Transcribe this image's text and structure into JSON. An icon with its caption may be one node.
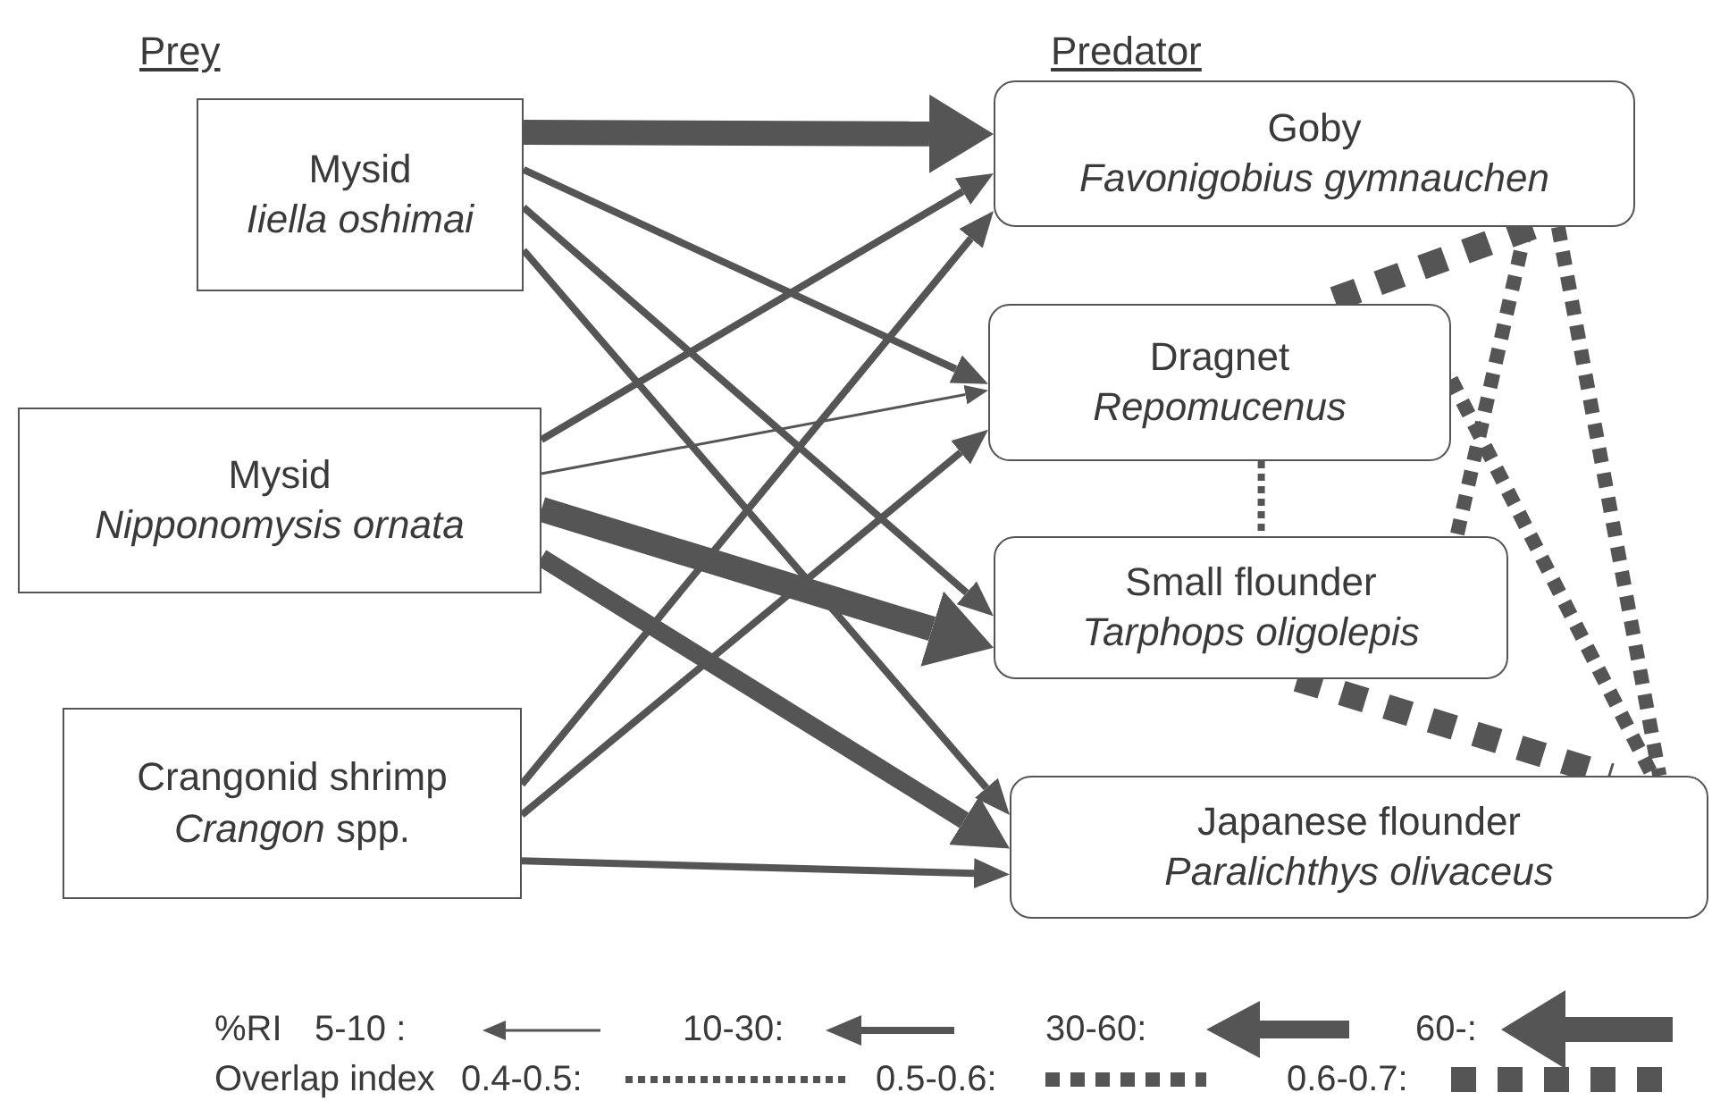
{
  "diagram": {
    "nodes": [
      {
        "text": [
          "Mysid",
          "Iiella oshimai"
        ]
      },
      {
        "text": [
          "Mysid",
          "Nipponomysis ornata"
        ]
      },
      {
        "text": [
          "Crangonid shrimp",
          "*Crangon* spp."
        ]
      },
      {
        "text": [
          "Goby",
          "Favonigobius gymnauchen"
        ]
      },
      {
        "text": [
          "Dragnet",
          "Repomucenus"
        ]
      },
      {
        "text": [
          "Small flounder",
          "Tarphops oligolepis"
        ]
      },
      {
        "text": [
          "Japanese flounder",
          "Paralichthys olivaceus"
        ]
      }
    ],
    "edges": [
      {
        "from": 0,
        "to": 3,
        "arrow": "to",
        "style": "thick"
      },
      {
        "from": 0,
        "to": 4,
        "arrow": "to"
      },
      {
        "from": 0,
        "to": 5,
        "arrow": "to"
      },
      {
        "from": 0,
        "to": 6,
        "arrow": "to"
      },
      {
        "from": 1,
        "to": 3,
        "arrow": "to"
      },
      {
        "from": 1,
        "to": 4,
        "arrow": "to"
      },
      {
        "from": 1,
        "to": 5,
        "arrow": "to",
        "style": "thick"
      },
      {
        "from": 1,
        "to": 6,
        "arrow": "to",
        "style": "thick"
      },
      {
        "from": 2,
        "to": 3,
        "arrow": "to"
      },
      {
        "from": 2,
        "to": 4,
        "arrow": "to"
      },
      {
        "from": 2,
        "to": 6,
        "arrow": "to"
      },
      {
        "from": 3,
        "to": 4,
        "arrow": "none",
        "style": "dashed"
      },
      {
        "from": 3,
        "to": 5,
        "arrow": "none",
        "style": "dashed"
      },
      {
        "from": 3,
        "to": 6,
        "arrow": "none",
        "style": "dashed"
      },
      {
        "from": 4,
        "to": 5,
        "arrow": "none",
        "style": "dashed"
      },
      {
        "from": 4,
        "to": 6,
        "arrow": "none",
        "style": "dashed"
      },
      {
        "from": 5,
        "to": 6,
        "arrow": "none",
        "style": "dashed"
      }
    ],
    "labels": [
      "Prey",
      "Predator",
      "%RI",
      "Overlap index"
    ],
    "legend": [
      {
        "text": "5-10 :"
      },
      {
        "text": "10-30:"
      },
      {
        "text": "30-60:"
      },
      {
        "text": "60-:"
      },
      {
        "text": "0.4-0.5:"
      },
      {
        "text": "0.5-0.6:"
      },
      {
        "text": "0.6-0.7:"
      }
    ]
  }
}
